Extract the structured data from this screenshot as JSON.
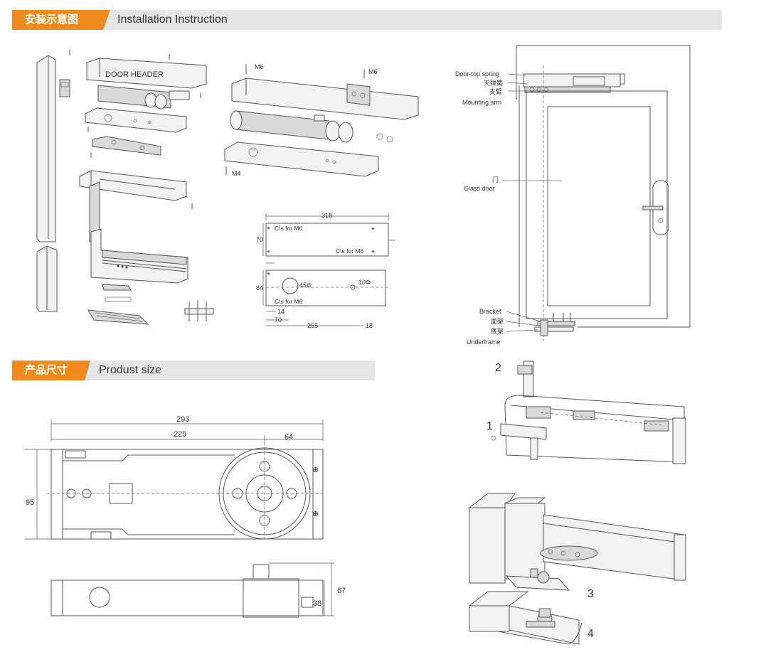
{
  "section1": {
    "tag": "安装示意图",
    "title": "Installation Instruction"
  },
  "section2": {
    "tag": "产品尺寸",
    "title": "Produst size"
  },
  "exploded": {
    "header_label": "DOOR HEADER",
    "screw_m6_a": "M6",
    "screw_m6_b": "M6",
    "screw_m4": "M4"
  },
  "plate_drawing": {
    "dim_318": "318",
    "dim_70": "70",
    "hole_label_1": "C\\s for M6",
    "hole_label_2": "C\\s for M6",
    "dim_84": "84",
    "dia_45": "45Φ",
    "dia_10": "10Φ",
    "hole_label_3": "C\\s for M6",
    "dim_14": "14",
    "dim_70b": "70",
    "dim_255": "255",
    "dim_18": "18"
  },
  "door": {
    "door_top_spring_en": "Door-top spring",
    "door_top_spring_cn": "天弹簧",
    "mounting_arm_cn": "支臂",
    "mounting_arm_en": "Mounting arm",
    "glass_door_cn": "门",
    "glass_door_en": "Glass door",
    "bracket_en": "Bracket",
    "bracket_cn": "面架",
    "underframe_cn": "底架",
    "underframe_en": "Underframe"
  },
  "product_size": {
    "dim_293": "293",
    "dim_229": "229",
    "dim_64": "64",
    "dim_95": "95",
    "dim_67": "67",
    "dim_38": "38"
  },
  "assembly_callouts": {
    "n1": "1",
    "n2": "2",
    "n3": "3",
    "n4": "4"
  }
}
